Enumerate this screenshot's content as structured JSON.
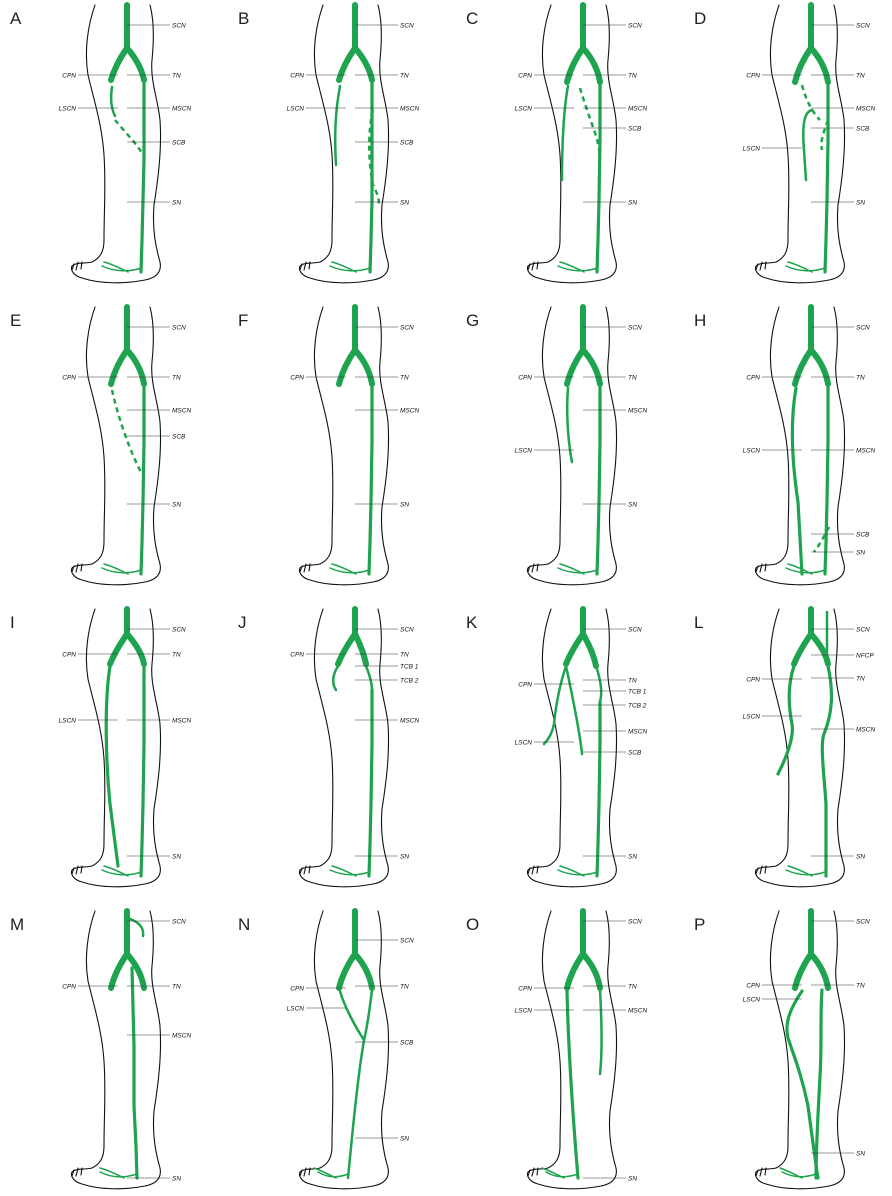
{
  "colors": {
    "nerve": "#1ea34f",
    "outline": "#111111",
    "label_line": "#333333"
  },
  "panels": [
    {
      "letter": "A",
      "labels": [
        "SCN",
        "CPN",
        "TN",
        "LSCN",
        "MSCN",
        "SCB",
        "SN"
      ]
    },
    {
      "letter": "B",
      "labels": [
        "SCN",
        "CPN",
        "TN",
        "LSCN",
        "MSCN",
        "SCB",
        "SN"
      ]
    },
    {
      "letter": "C",
      "labels": [
        "SCN",
        "CPN",
        "TN",
        "LSCN",
        "MSCN",
        "SCB",
        "SN"
      ]
    },
    {
      "letter": "D",
      "labels": [
        "SCN",
        "CPN",
        "TN",
        "MSCN",
        "SCB",
        "LSCN",
        "SN"
      ]
    },
    {
      "letter": "E",
      "labels": [
        "SCN",
        "CPN",
        "TN",
        "MSCN",
        "SCB",
        "SN"
      ]
    },
    {
      "letter": "F",
      "labels": [
        "SCN",
        "CPN",
        "TN",
        "MSCN",
        "SN"
      ]
    },
    {
      "letter": "G",
      "labels": [
        "SCN",
        "CPN",
        "TN",
        "MSCN",
        "LSCN",
        "SN"
      ]
    },
    {
      "letter": "H",
      "labels": [
        "SCN",
        "CPN",
        "TN",
        "LSCN",
        "MSCN",
        "SCB",
        "SN"
      ]
    },
    {
      "letter": "I",
      "labels": [
        "SCN",
        "CPN",
        "TN",
        "LSCN",
        "MSCN",
        "SN"
      ]
    },
    {
      "letter": "J",
      "labels": [
        "SCN",
        "CPN",
        "TN",
        "TCB 1",
        "TCB 2",
        "MSCN",
        "SN"
      ]
    },
    {
      "letter": "K",
      "labels": [
        "SCN",
        "CPN",
        "TN",
        "TCB 1",
        "TCB 2",
        "LSCN",
        "MSCN",
        "SCB",
        "SN"
      ]
    },
    {
      "letter": "L",
      "labels": [
        "SCN",
        "NFCP",
        "CPN",
        "TN",
        "LSCN",
        "MSCN",
        "SN"
      ]
    },
    {
      "letter": "M",
      "labels": [
        "SCN",
        "CPN",
        "TN",
        "MSCN",
        "SN"
      ]
    },
    {
      "letter": "N",
      "labels": [
        "SCN",
        "CPN",
        "TN",
        "LSCN",
        "SCB",
        "SN"
      ]
    },
    {
      "letter": "O",
      "labels": [
        "SCN",
        "CPN",
        "TN",
        "LSCN",
        "MSCN",
        "SN"
      ]
    },
    {
      "letter": "P",
      "labels": [
        "SCN",
        "CPN",
        "LSCN",
        "TN",
        "SN"
      ]
    }
  ]
}
